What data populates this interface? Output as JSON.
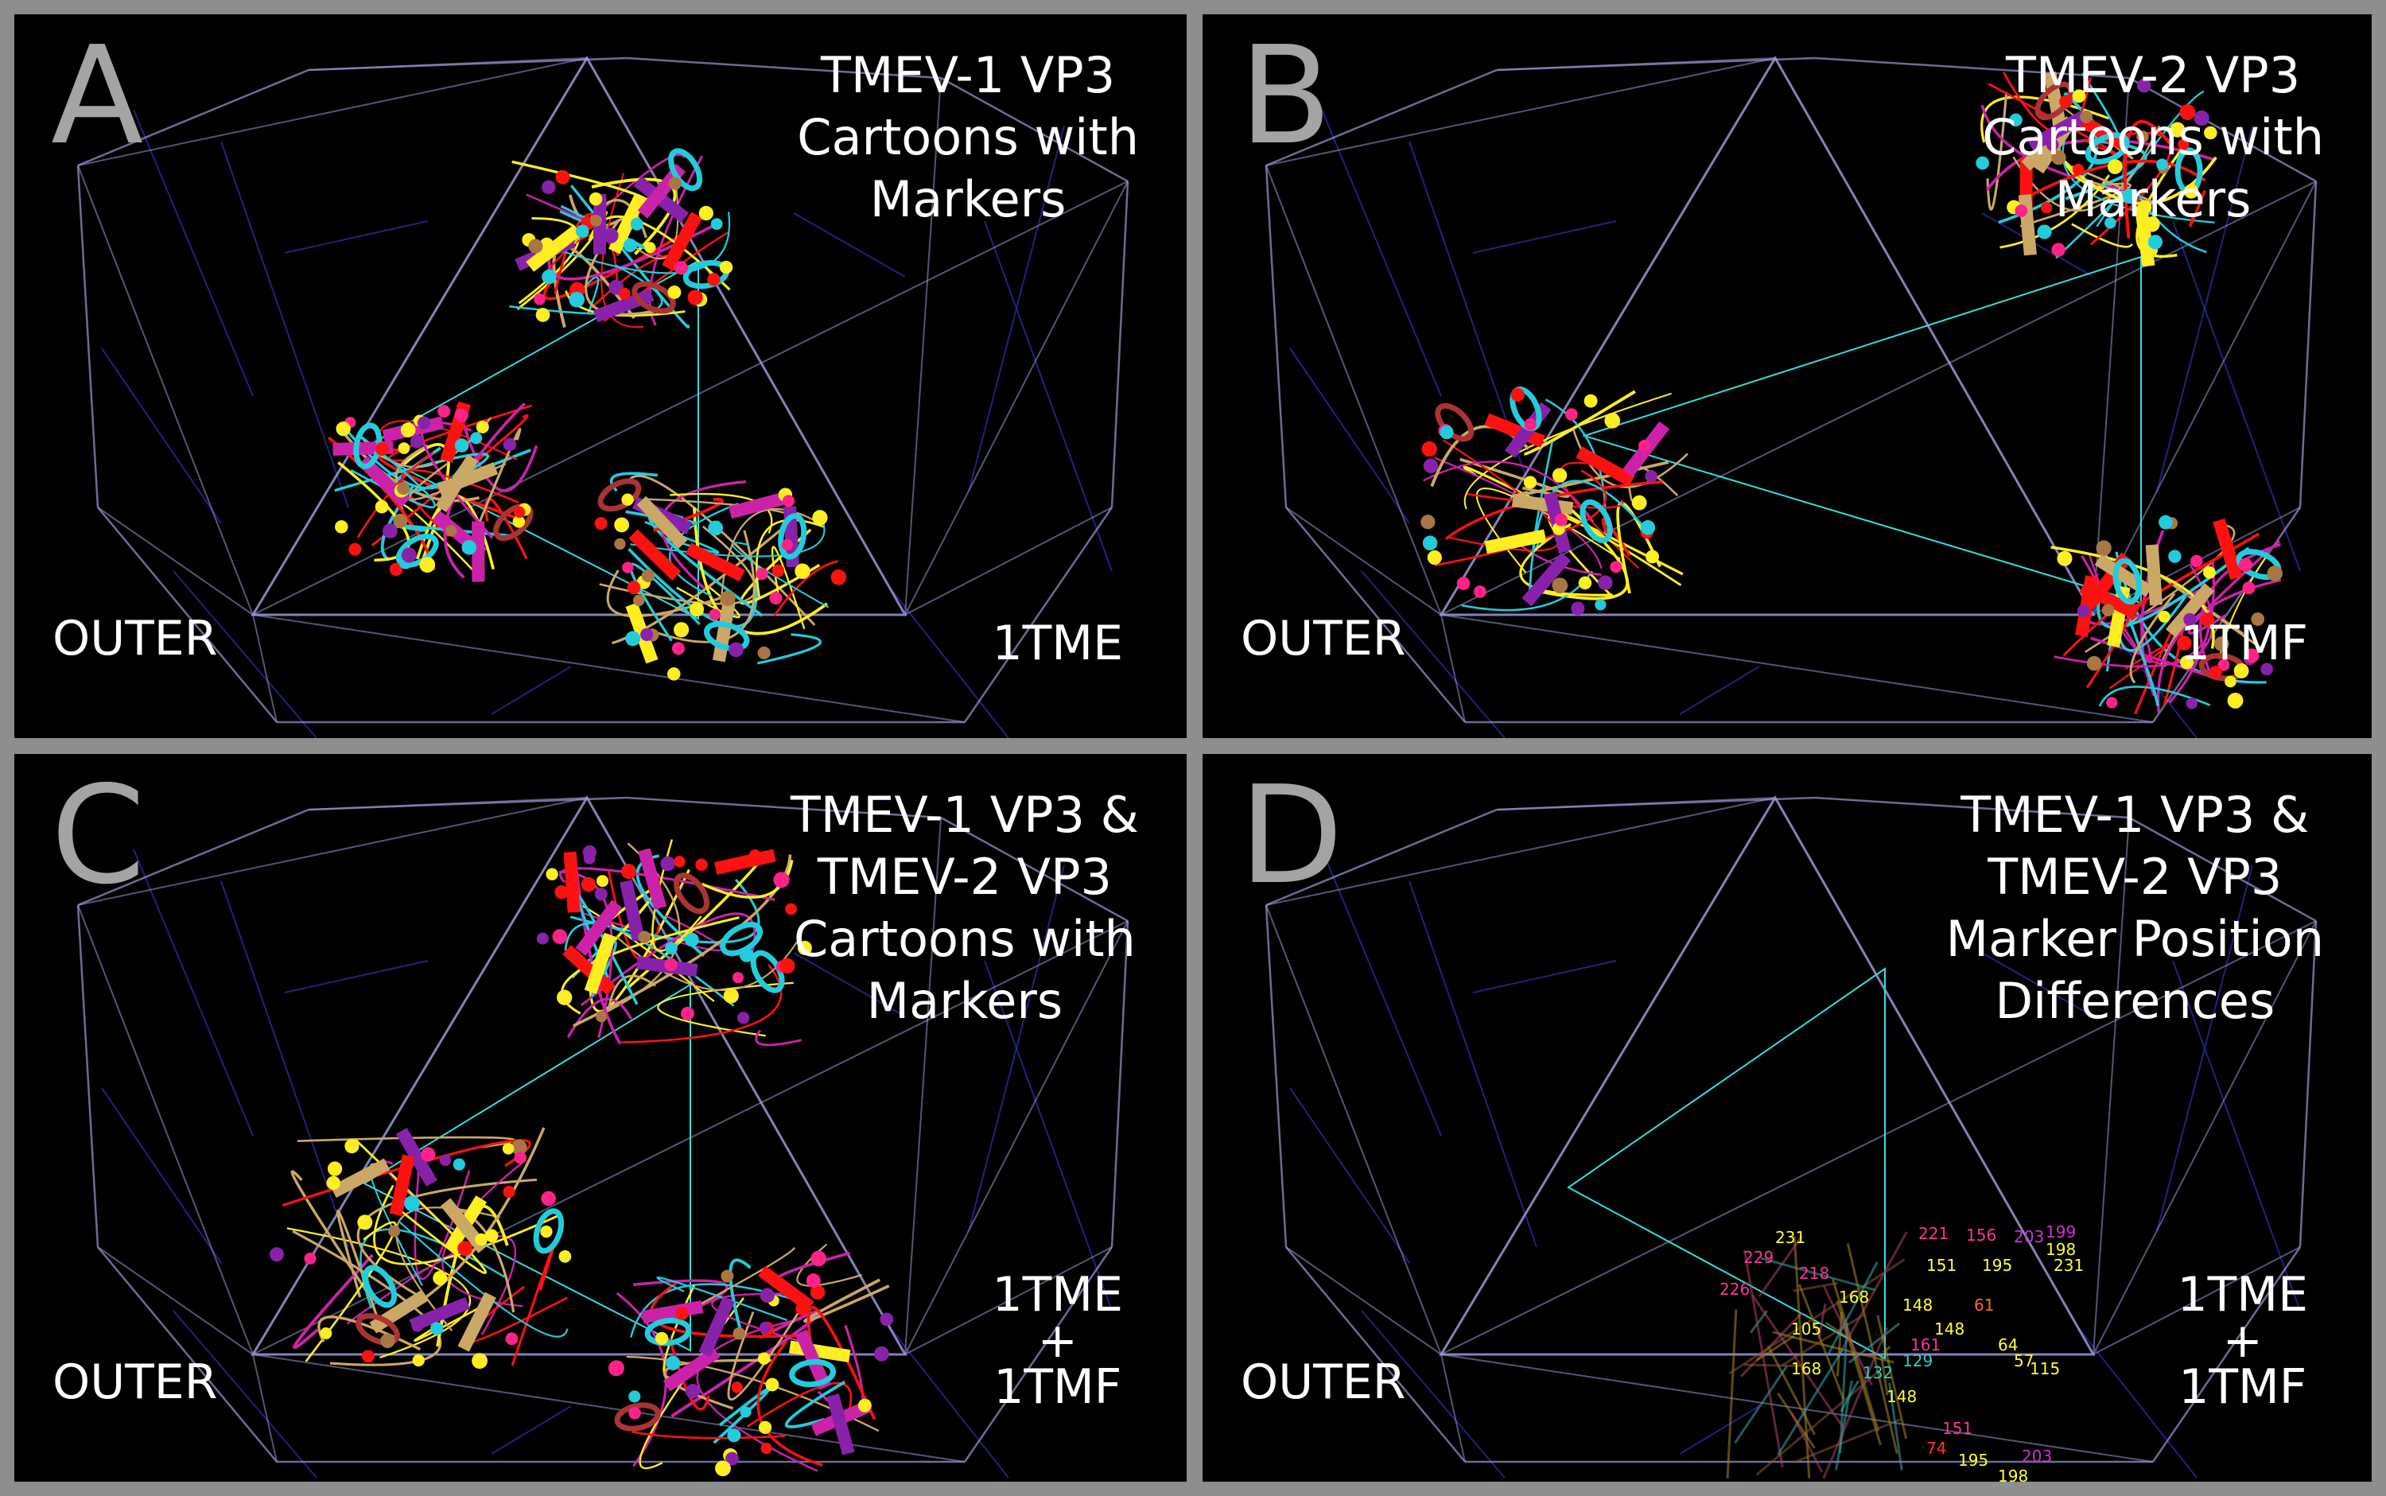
{
  "panels": [
    {
      "letter": "A",
      "title": "TMEV-1 VP3\nCartoons with\nMarkers",
      "left": "OUTER",
      "right": "1TME"
    },
    {
      "letter": "B",
      "title": "TMEV-2 VP3\nCartoons with\nMarkers",
      "left": "OUTER",
      "right": "1TMF"
    },
    {
      "letter": "C",
      "title": "TMEV-1 VP3 &\nTMEV-2 VP3\nCartoons with\nMarkers",
      "left": "OUTER",
      "right": "1TME\n+\n1TMF"
    },
    {
      "letter": "D",
      "title": "TMEV-1 VP3 &\nTMEV-2 VP3\nMarker Position\nDifferences",
      "left": "OUTER",
      "right": "1TME\n+\n1TMF"
    }
  ],
  "marker_labels": [
    {
      "text": "231",
      "color": "#ffff33"
    },
    {
      "text": "229",
      "color": "#ff3399"
    },
    {
      "text": "221",
      "color": "#ff3399"
    },
    {
      "text": "156",
      "color": "#ff3399"
    },
    {
      "text": "203",
      "color": "#cc33cc"
    },
    {
      "text": "199",
      "color": "#cc33cc"
    },
    {
      "text": "198",
      "color": "#ffff33"
    },
    {
      "text": "231",
      "color": "#ffff33"
    },
    {
      "text": "226",
      "color": "#ff3399"
    },
    {
      "text": "218",
      "color": "#ff3399"
    },
    {
      "text": "151",
      "color": "#ffff33"
    },
    {
      "text": "195",
      "color": "#ffff33"
    },
    {
      "text": "168",
      "color": "#ffff33"
    },
    {
      "text": "105",
      "color": "#ffff33"
    },
    {
      "text": "148",
      "color": "#ffff33"
    },
    {
      "text": "61",
      "color": "#ff6633"
    },
    {
      "text": "148",
      "color": "#ffff33"
    },
    {
      "text": "161",
      "color": "#ff3399"
    },
    {
      "text": "64",
      "color": "#ffff33"
    },
    {
      "text": "129",
      "color": "#33cccc"
    },
    {
      "text": "132",
      "color": "#33cccc"
    },
    {
      "text": "168",
      "color": "#ffff33"
    },
    {
      "text": "148",
      "color": "#ffff33"
    },
    {
      "text": "57",
      "color": "#ffff33"
    },
    {
      "text": "115",
      "color": "#ffff33"
    },
    {
      "text": "151",
      "color": "#ff3399"
    },
    {
      "text": "74",
      "color": "#ff3333"
    },
    {
      "text": "195",
      "color": "#ffff33"
    },
    {
      "text": "203",
      "color": "#cc33cc"
    },
    {
      "text": "198",
      "color": "#ffff33"
    }
  ],
  "colors": {
    "frame": "#8e8e8e",
    "edges_front": "#9a9ad6",
    "edges_back": "#2a2aa0",
    "axis": "#33dddd",
    "cyan": "#22ccdd",
    "yellow": "#ffee22",
    "magenta": "#cc22aa",
    "pink": "#ff2288",
    "purple": "#8822aa",
    "brown": "#aa7744",
    "red": "#ff1111",
    "tan": "#cca866"
  }
}
